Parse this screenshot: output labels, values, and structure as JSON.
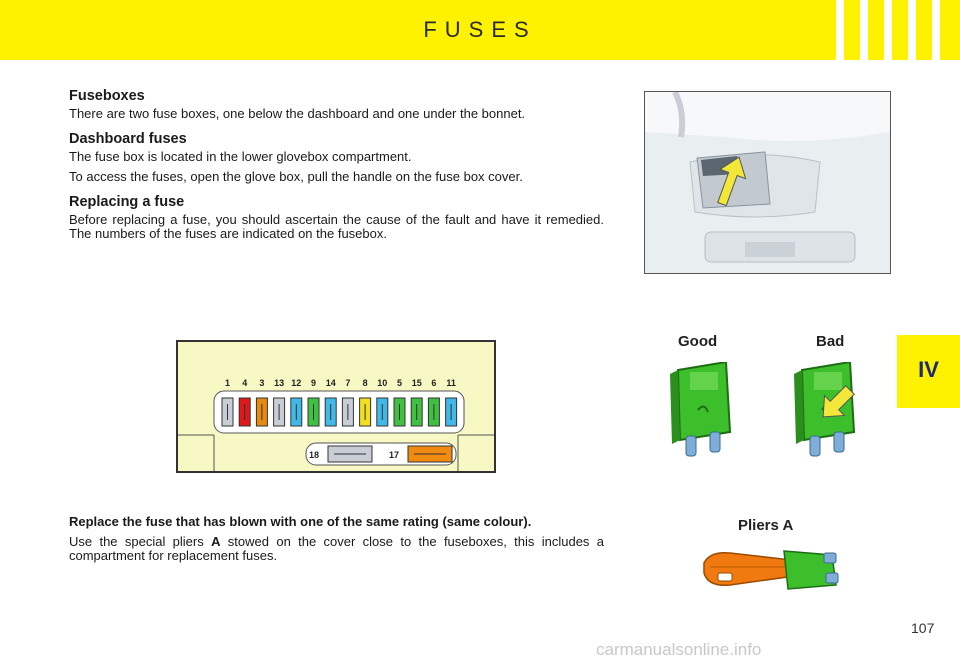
{
  "header": {
    "title": "FUSES"
  },
  "chapter": {
    "label": "IV"
  },
  "sections": [
    {
      "heading": "Fuseboxes",
      "paragraphs": [
        "There are two fuse boxes, one below the dashboard and one under the bonnet."
      ]
    },
    {
      "heading": "Dashboard fuses",
      "paragraphs": [
        "The fuse box is located in the lower glovebox compartment.",
        "To access the fuses, open the glove box, pull the handle on the fuse box cover."
      ]
    },
    {
      "heading": "Replacing a fuse",
      "paragraphs": [
        "Before replacing a fuse, you should ascertain the cause of the fault and have it remedied. The numbers of the fuses are indicated on the fusebox."
      ]
    }
  ],
  "bottom": {
    "bold_note": "Replace the fuse that has blown with one of the same rating (same colour).",
    "pliers_before": "Use the special pliers ",
    "pliers_letter": "A",
    "pliers_after": " stowed on the cover close to the fuseboxes, this includes a compartment for replacement fuses."
  },
  "fusebox": {
    "top_row": [
      {
        "num": "1",
        "color": "#c9ced6"
      },
      {
        "num": "4",
        "color": "#e01818"
      },
      {
        "num": "3",
        "color": "#e88a10"
      },
      {
        "num": "13",
        "color": "#c9ced6"
      },
      {
        "num": "12",
        "color": "#40b8e8"
      },
      {
        "num": "9",
        "color": "#40c040"
      },
      {
        "num": "14",
        "color": "#40b8e8"
      },
      {
        "num": "7",
        "color": "#c9ced6"
      },
      {
        "num": "8",
        "color": "#f0e020"
      },
      {
        "num": "10",
        "color": "#40b8e8"
      },
      {
        "num": "5",
        "color": "#40c040"
      },
      {
        "num": "15",
        "color": "#40c040"
      },
      {
        "num": "6",
        "color": "#40c040"
      },
      {
        "num": "11",
        "color": "#40b8e8"
      }
    ],
    "bottom_row": [
      {
        "num": "18",
        "color": "#c9ced6"
      },
      {
        "num": "17",
        "color": "#f08a10"
      }
    ]
  },
  "fuse_labels": {
    "good": "Good",
    "bad": "Bad",
    "pliers": "Pliers A"
  },
  "colors": {
    "header": "#fff200",
    "chapter_text": "#1a2a7a",
    "fuse_green": "#3cbf2a"
  },
  "page_number": "107",
  "watermark": "carmanualsonline.info"
}
